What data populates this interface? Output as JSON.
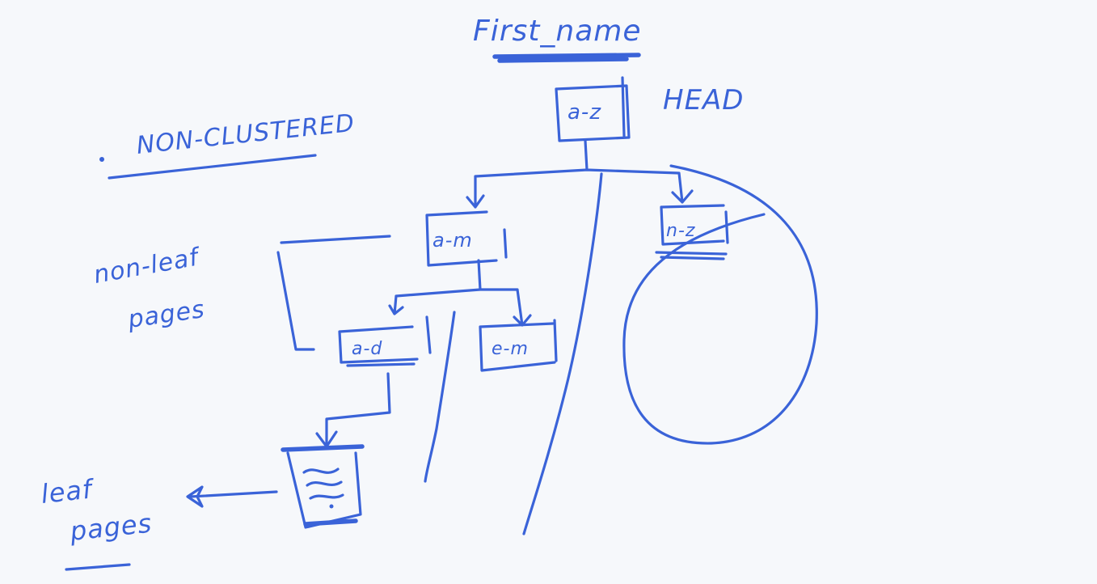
{
  "diagram": {
    "title": "First_name",
    "head_label": "HEAD",
    "heading": "NON-CLUSTERED",
    "label_non_leaf": [
      "non-leaf",
      "pages"
    ],
    "label_leaf": [
      "leaf",
      "pages"
    ],
    "nodes": {
      "root": "a-z",
      "level1_left": "a-m",
      "level1_right": "n-z",
      "level2_left": "a-d",
      "level2_right": "e-m"
    },
    "ink_color": "#3a63d8"
  }
}
